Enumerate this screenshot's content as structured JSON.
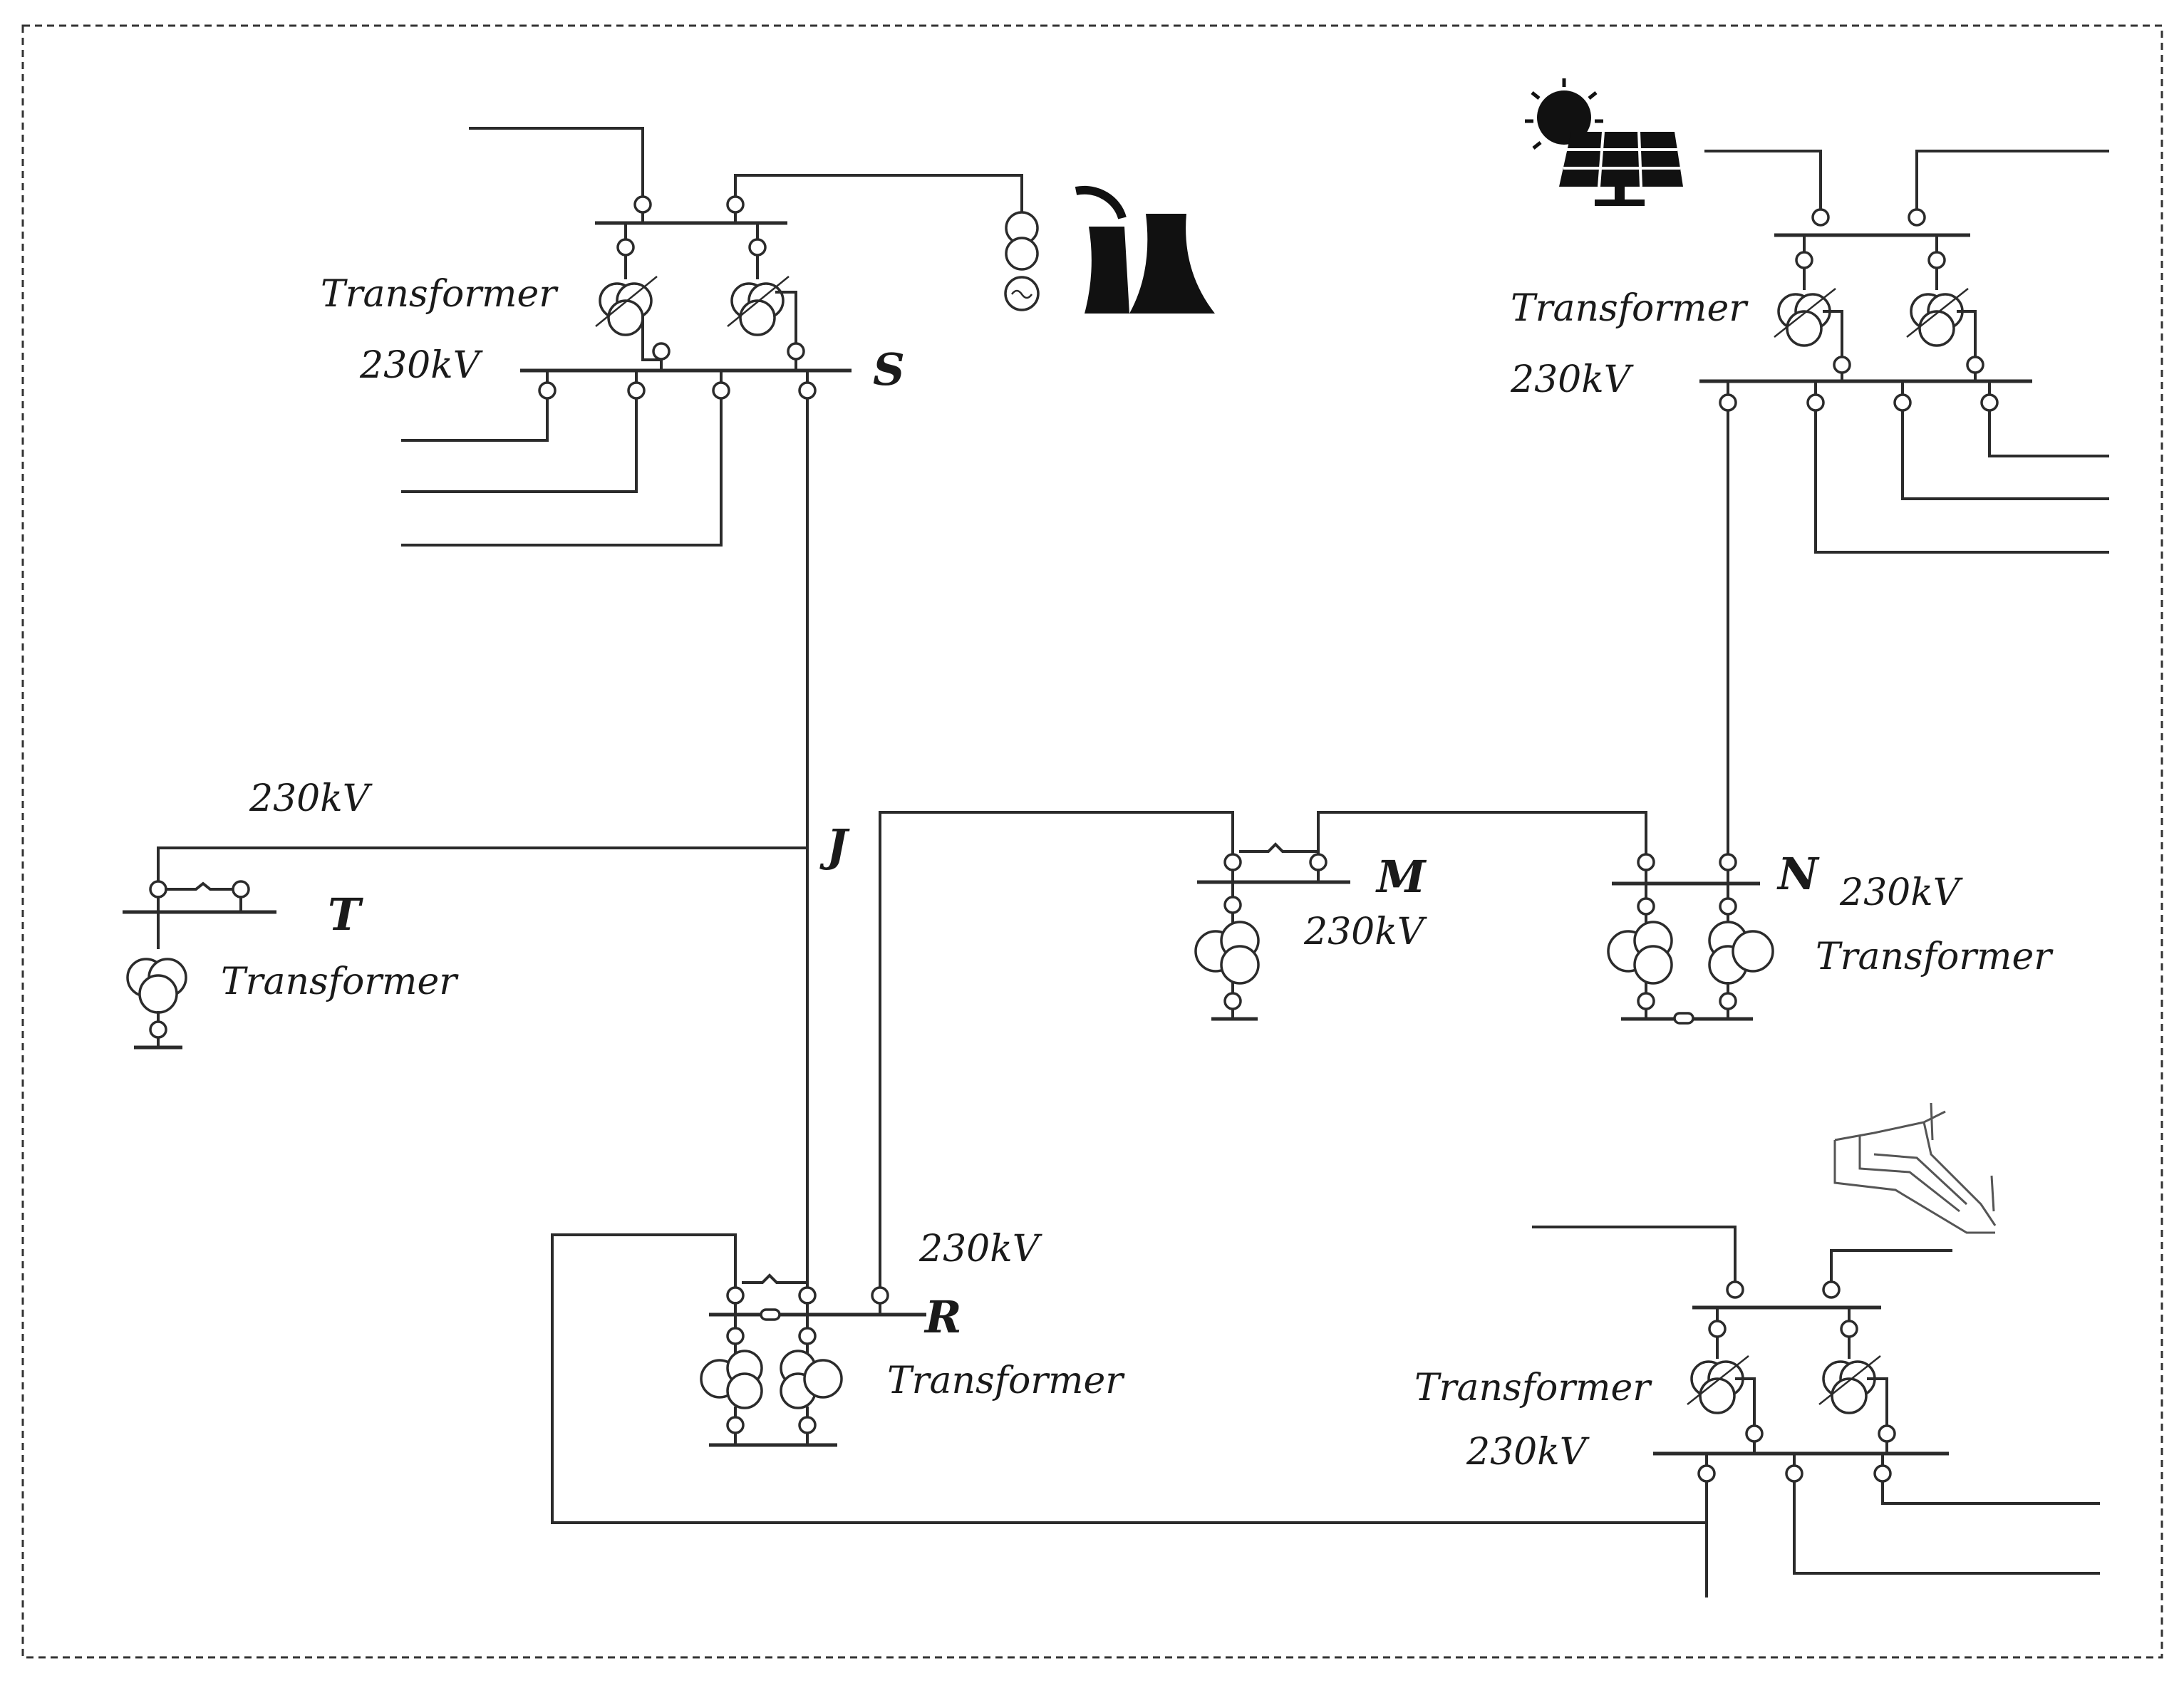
{
  "labels": {
    "transformer": "Transformer",
    "voltage": "230kV"
  },
  "substations": {
    "S": "S",
    "J": "J",
    "T": "T",
    "M": "M",
    "N": "N",
    "R": "R"
  },
  "icons": {
    "thermal_plant": "power-plant-icon",
    "solar_farm": "solar-panel-icon",
    "hydro_dam": "dam-icon"
  },
  "colors": {
    "line": "#2b2b2b",
    "background": "#ffffff"
  }
}
